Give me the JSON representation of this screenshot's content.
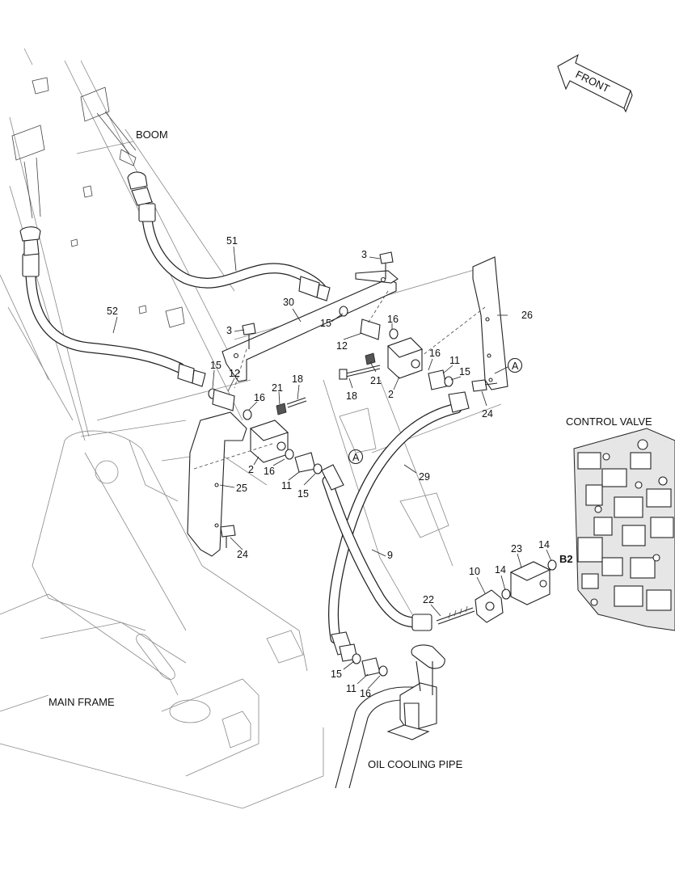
{
  "captions": {
    "boom": "BOOM",
    "control_valve": "CONTROL VALVE",
    "main_frame": "MAIN FRAME",
    "oil_cooling_pipe": "OIL COOLING PIPE",
    "front": "FRONT"
  },
  "callouts": {
    "ref_a": "A",
    "port_b2": "B2"
  },
  "part_labels": [
    {
      "text": "51"
    },
    {
      "text": "52"
    },
    {
      "text": "30"
    },
    {
      "text": "3"
    },
    {
      "text": "3"
    },
    {
      "text": "15"
    },
    {
      "text": "16"
    },
    {
      "text": "12"
    },
    {
      "text": "26"
    },
    {
      "text": "16"
    },
    {
      "text": "11"
    },
    {
      "text": "15"
    },
    {
      "text": "21"
    },
    {
      "text": "18"
    },
    {
      "text": "2"
    },
    {
      "text": "24"
    },
    {
      "text": "15"
    },
    {
      "text": "12"
    },
    {
      "text": "21"
    },
    {
      "text": "18"
    },
    {
      "text": "16"
    },
    {
      "text": "2"
    },
    {
      "text": "16"
    },
    {
      "text": "11"
    },
    {
      "text": "15"
    },
    {
      "text": "25"
    },
    {
      "text": "29"
    },
    {
      "text": "24"
    },
    {
      "text": "9"
    },
    {
      "text": "23"
    },
    {
      "text": "14"
    },
    {
      "text": "10"
    },
    {
      "text": "14"
    },
    {
      "text": "22"
    },
    {
      "text": "15"
    },
    {
      "text": "11"
    },
    {
      "text": "16"
    }
  ]
}
